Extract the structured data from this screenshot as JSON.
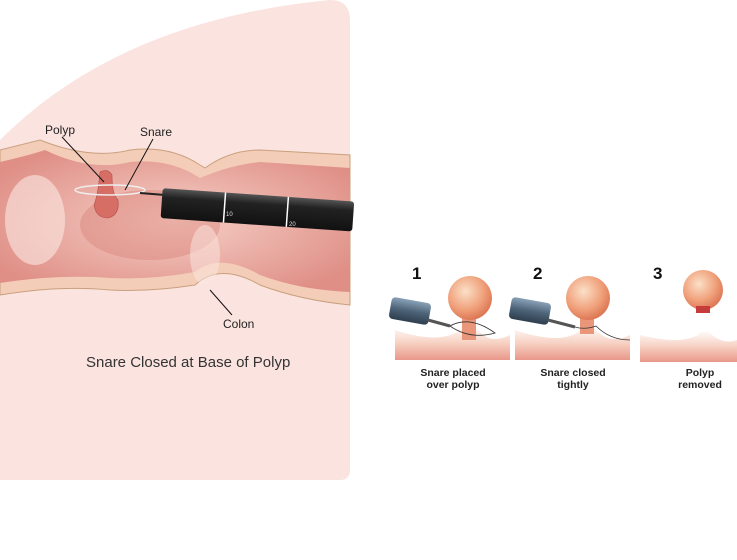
{
  "main_figure": {
    "labels": {
      "polyp": "Polyp",
      "snare": "Snare",
      "colon": "Colon"
    },
    "scope_marks": [
      "10",
      "20"
    ],
    "caption": "Snare Closed at Base of Polyp"
  },
  "steps": [
    {
      "number": "1",
      "caption_line1": "Snare placed",
      "caption_line2": "over polyp"
    },
    {
      "number": "2",
      "caption_line1": "Snare closed",
      "caption_line2": "tightly"
    },
    {
      "number": "3",
      "caption_line1": "Polyp",
      "caption_line2": "removed"
    }
  ],
  "colors": {
    "panel": "#fbe3df",
    "tissue": "#e9a49a",
    "wall": "#f4cdb8",
    "scope": "#2b2b2b",
    "polyp": "#e88f6e"
  }
}
